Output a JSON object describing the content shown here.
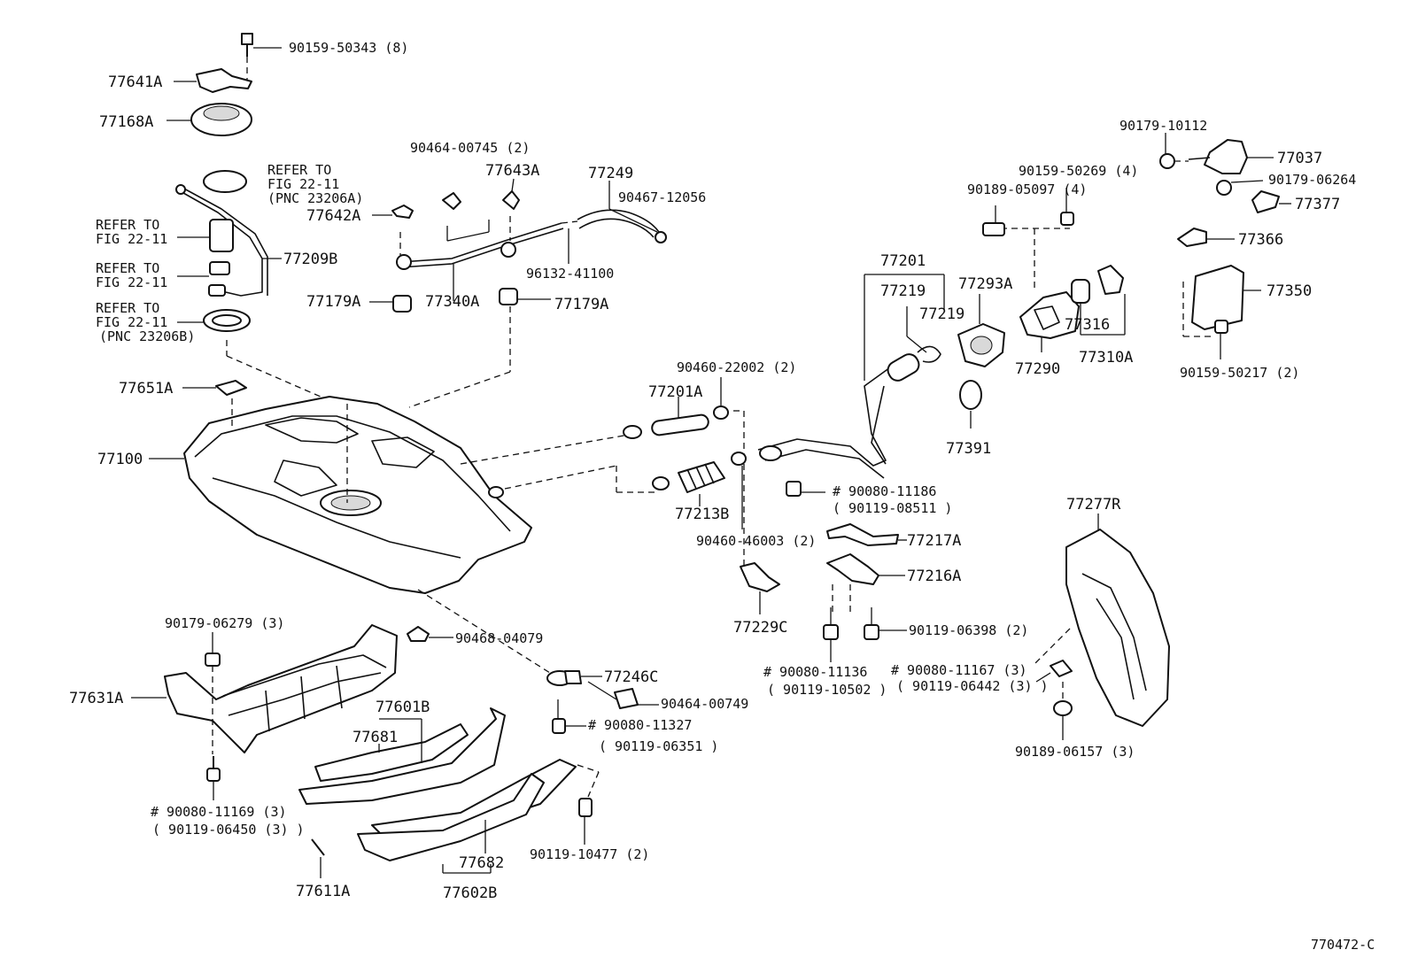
{
  "labels": {
    "p90159_50343": "90159-50343 (8)",
    "p77641A": "77641A",
    "p77168A": "77168A",
    "refer1a": "REFER TO",
    "refer1b": "FIG 22-11",
    "refer1c": "(PNC 23206A)",
    "refer2a": "REFER TO",
    "refer2b": "FIG 22-11",
    "refer3a": "REFER TO",
    "refer3b": "FIG 22-11",
    "refer4a": "REFER TO",
    "refer4b": "FIG 22-11",
    "refer4c": "(PNC 23206B)",
    "p77209B": "77209B",
    "p90464_00745": "90464-00745 (2)",
    "p77643A": "77643A",
    "p77249": "77249",
    "p90467_12056": "90467-12056",
    "p77642A": "77642A",
    "p96132_41100": "96132-41100",
    "p77179A_l": "77179A",
    "p77340A": "77340A",
    "p77179A_r": "77179A",
    "p77651A": "77651A",
    "p77100": "77100",
    "p90179_10112": "90179-10112",
    "p77037": "77037",
    "p90159_50269": "90159-50269 (4)",
    "p90189_05097": "90189-05097 (4)",
    "p90179_06264": "90179-06264",
    "p77377": "77377",
    "p77366": "77366",
    "p77201": "77201",
    "p77219_a": "77219",
    "p77219_b": "77219",
    "p77293A": "77293A",
    "p77350": "77350",
    "p77316": "77316",
    "p77290": "77290",
    "p77310A": "77310A",
    "p90159_50217": "90159-50217 (2)",
    "p90460_22002": "90460-22002 (2)",
    "p77201A": "77201A",
    "p77391": "77391",
    "p90080_11186": "# 90080-11186",
    "p90119_08511": "( 90119-08511 )",
    "p77213B": "77213B",
    "p90460_46003": "90460-46003 (2)",
    "p77217A": "77217A",
    "p77216A": "77216A",
    "p77229C": "77229C",
    "p77277R": "77277R",
    "p90119_06398": "90119-06398 (2)",
    "p90080_11136": "# 90080-11136",
    "p90119_10502": "( 90119-10502 )",
    "p90080_11167": "# 90080-11167 (3)",
    "p90119_06442": "( 90119-06442 (3) )",
    "p90189_06157": "90189-06157 (3)",
    "p90179_06279": "90179-06279 (3)",
    "p90468_04079": "90468-04079",
    "p77246C": "77246C",
    "p77631A": "77631A",
    "p90464_00749": "90464-00749",
    "p77601B": "77601B",
    "p77681": "77681",
    "p90080_11327": "# 90080-11327",
    "p90119_06351": "( 90119-06351 )",
    "p90080_11169": "# 90080-11169 (3)",
    "p90119_06450": "( 90119-06450 (3) )",
    "p90119_10477": "90119-10477 (2)",
    "p77682": "77682",
    "p77611A": "77611A",
    "p77602B": "77602B",
    "figure_code": "770472-C"
  }
}
